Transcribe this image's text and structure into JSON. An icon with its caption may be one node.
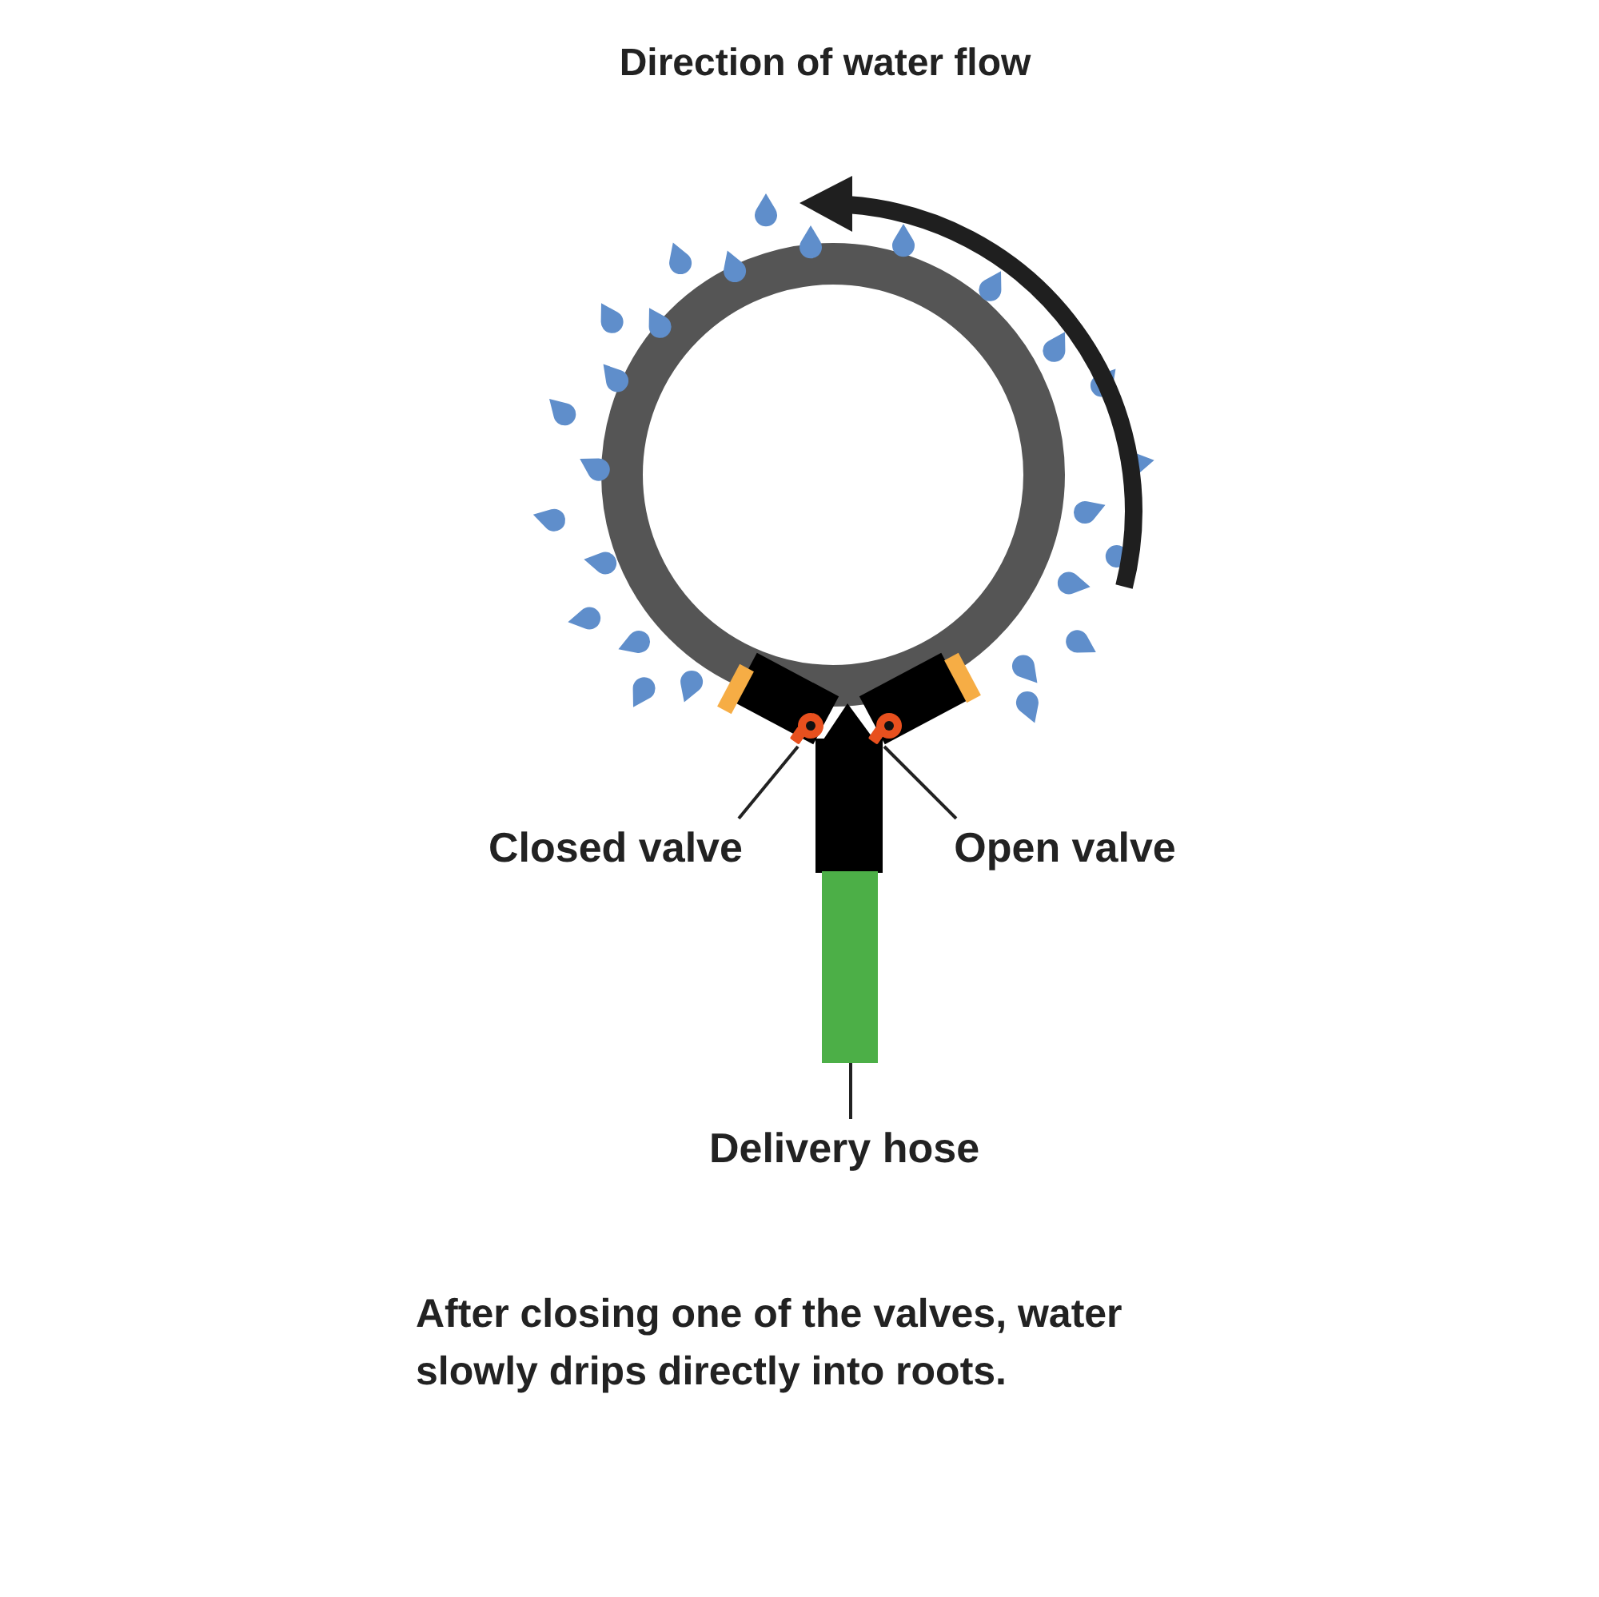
{
  "diagram": {
    "title": "Direction of water flow",
    "caption": "After closing one of the valves, water slowly drips directly into roots.",
    "nodes": [
      {
        "text": [
          "Closed valve"
        ]
      },
      {
        "text": [
          "Open valve"
        ]
      },
      {
        "text": [
          "Delivery hose"
        ]
      },
      {
        "text": [],
        "shape": "picture"
      },
      {
        "text": [],
        "shape": "picture"
      },
      {
        "text": [],
        "shape": "bar"
      }
    ],
    "edges": [
      {
        "from": 0,
        "to": 3,
        "arrow": "none"
      },
      {
        "from": 1,
        "to": 4,
        "arrow": "none"
      },
      {
        "from": 2,
        "to": 5,
        "arrow": "none"
      }
    ]
  }
}
